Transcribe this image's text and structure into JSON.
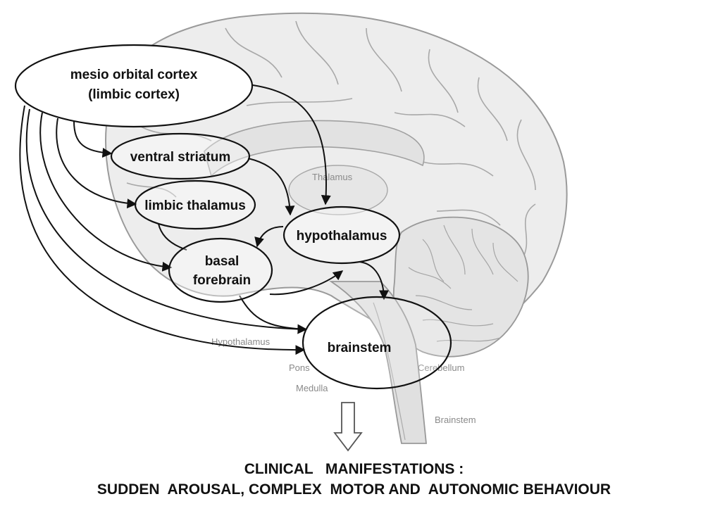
{
  "nodes": {
    "cortex_line1": "mesio orbital cortex",
    "cortex_line2": "(limbic cortex)",
    "striatum": "ventral striatum",
    "thalamus": "limbic thalamus",
    "hypothalamus": "hypothalamus",
    "forebrain_line1": "basal",
    "forebrain_line2": "forebrain",
    "brainstem": "brainstem"
  },
  "anatomy_labels": {
    "thalamus": "Thalamus",
    "hypothalamus": "Hypothalamus",
    "pons": "Pons",
    "medulla": "Medulla",
    "cerebellum": "Cerebellum",
    "brainstem": "Brainstem"
  },
  "caption": {
    "line1": "CLINICAL   MANIFESTATIONS :",
    "line2": "SUDDEN  AROUSAL, COMPLEX  MOTOR AND  AUTONOMIC BEHAVIOUR"
  },
  "colors": {
    "brain_fill": "#ededed",
    "brain_line": "#9a9a9a",
    "node_stroke": "#111111",
    "arrow": "#111111"
  }
}
